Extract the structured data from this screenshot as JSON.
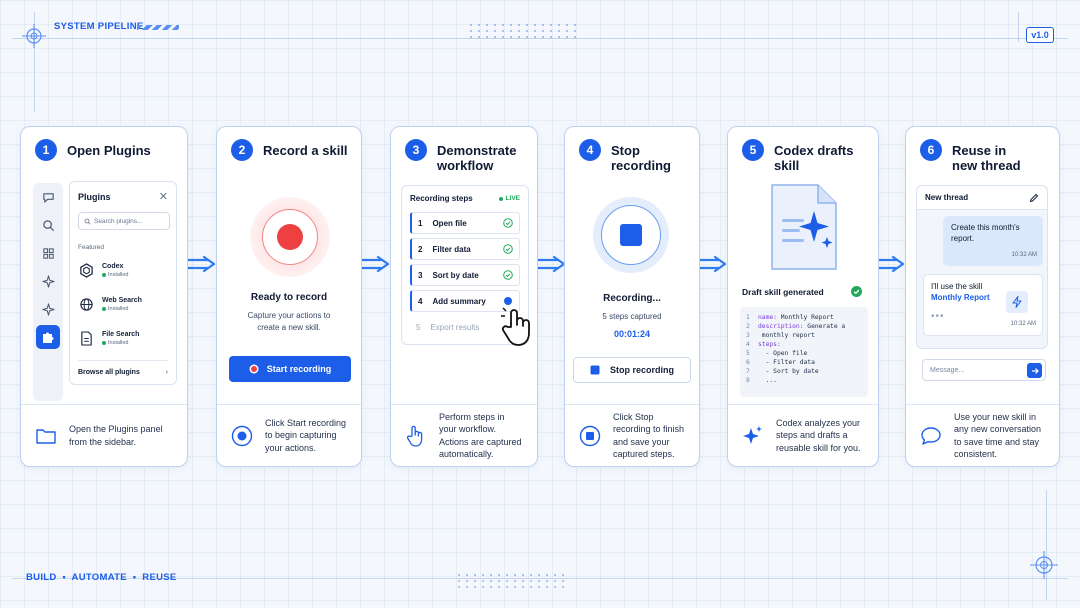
{
  "header": {
    "system_label": "SYSTEM PIPELINE",
    "version": "v1.0"
  },
  "footer": {
    "tagline": "BUILD  •  AUTOMATE  •  REUSE"
  },
  "colors": {
    "accent": "#1c5ee8",
    "record_red": "#ee4040",
    "success": "#22a85a"
  },
  "steps": [
    {
      "num": "1",
      "title": "Open Plugins",
      "description": "Open the Plugins panel from the sidebar.",
      "icon": "folder-icon",
      "plugins_panel": {
        "title": "Plugins",
        "search_placeholder": "Search plugins...",
        "featured_label": "Featured",
        "items": [
          {
            "name": "Codex",
            "status": "Installed"
          },
          {
            "name": "Web Search",
            "status": "Installed"
          },
          {
            "name": "File Search",
            "status": "Installed"
          }
        ],
        "browse_label": "Browse all plugins"
      }
    },
    {
      "num": "2",
      "title": "Record a skill",
      "status_title": "Ready to record",
      "status_sub": "Capture your actions to create a new skill.",
      "button_label": "Start recording",
      "description": "Click Start recording to begin capturing your actions.",
      "icon": "record-icon"
    },
    {
      "num": "3",
      "title": "Demonstrate workflow",
      "steps_panel": {
        "title": "Recording steps",
        "live_label": "LIVE",
        "items": [
          {
            "n": "1",
            "label": "Open file"
          },
          {
            "n": "2",
            "label": "Filter data"
          },
          {
            "n": "3",
            "label": "Sort by date"
          },
          {
            "n": "4",
            "label": "Add summary"
          },
          {
            "n": "5",
            "label": "Export results"
          }
        ]
      },
      "description": "Perform steps in your workflow. Actions are captured automatically.",
      "icon": "hand-pointer-icon"
    },
    {
      "num": "4",
      "title": "Stop recording",
      "status_title": "Recording...",
      "status_sub": "5 steps captured",
      "timer": "00:01:24",
      "button_label": "Stop recording",
      "description": "Click Stop recording to finish and save your captured steps.",
      "icon": "stop-icon"
    },
    {
      "num": "5",
      "title": "Codex drafts skill",
      "draft_label": "Draft skill generated",
      "code": [
        {
          "n": "1",
          "key": "name:",
          "val": " Monthly Report"
        },
        {
          "n": "2",
          "key": "description:",
          "val": " Generate a"
        },
        {
          "n": "3",
          "key": "",
          "val": " monthly report"
        },
        {
          "n": "4",
          "key": "steps:",
          "val": ""
        },
        {
          "n": "5",
          "key": "",
          "val": "  - Open file"
        },
        {
          "n": "6",
          "key": "",
          "val": "  - Filter data"
        },
        {
          "n": "7",
          "key": "",
          "val": "  - Sort by date"
        },
        {
          "n": "8",
          "key": "",
          "val": "  ..."
        }
      ],
      "description": "Codex analyzes your steps and drafts a reusable skill for you.",
      "icon": "sparkle-icon"
    },
    {
      "num": "6",
      "title": "Reuse in new thread",
      "thread": {
        "title": "New thread",
        "user_msg": "Create this month's report.",
        "user_time": "10:32 AM",
        "ai_msg": "I'll use the skill",
        "ai_skill": "Monthly Report",
        "ai_time": "10:32 AM",
        "input_placeholder": "Message..."
      },
      "description": "Use your new skill in any new conversation to save time and stay consistent.",
      "icon": "chat-bubble-icon"
    }
  ]
}
